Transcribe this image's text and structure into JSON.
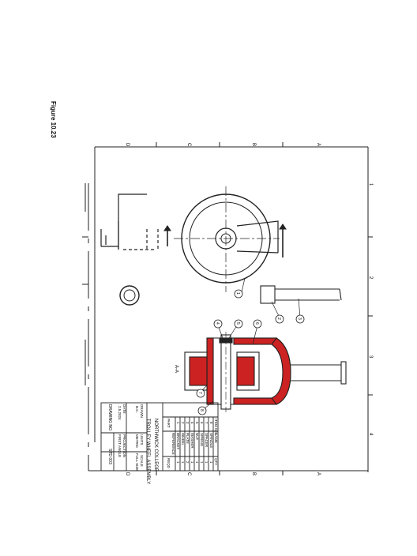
{
  "figure_label": "Figure 10.23",
  "border_letters": {
    "top": [
      "D",
      "C",
      "B",
      "A"
    ],
    "bottom": [
      "D",
      "C",
      "B",
      "A"
    ],
    "right": [
      "1",
      "2",
      "3",
      "4"
    ]
  },
  "section_label": "A-A",
  "balloons": [
    "1",
    "2",
    "3",
    "4",
    "5",
    "6",
    "7",
    "8"
  ],
  "parts_list": {
    "headers": {
      "no": "ITEM NO.",
      "name": "NAME",
      "qty": "QTY"
    },
    "rows": [
      {
        "no": "8",
        "name": "SPINDLE",
        "qty": "1"
      },
      {
        "no": "7",
        "name": "SPACER",
        "qty": "1"
      },
      {
        "no": "6",
        "name": "SPRING",
        "qty": "1"
      },
      {
        "no": "5",
        "name": "NUT",
        "qty": "1"
      },
      {
        "no": "4",
        "name": "WASHER",
        "qty": "1"
      },
      {
        "no": "3",
        "name": "PLATE",
        "qty": "2"
      },
      {
        "no": "2",
        "name": "WHEEL",
        "qty": "1"
      },
      {
        "no": "1",
        "name": "BRACKET",
        "qty": "1"
      }
    ],
    "footer": {
      "pc": "PART",
      "ref": "REFERENCE",
      "qty": "REQD"
    }
  },
  "title_block": {
    "school": "NORTHWICK COLLEGE",
    "title": "TROLLEY WHEEL ASSEMBLY",
    "drawn_by": "DRAWN",
    "drawn_name": "B.C.",
    "units": "UNITS",
    "units_val": "METRIC",
    "scale": "SCALE",
    "scale_val": "FULL SIZE",
    "date": "DATE",
    "date_val": "2.5.2024",
    "projection": "PROJECTION",
    "projection_val": "FIRST ANGLE",
    "drawing_no": "DRAWING NO.",
    "drawing_no_val": "STD 003"
  }
}
